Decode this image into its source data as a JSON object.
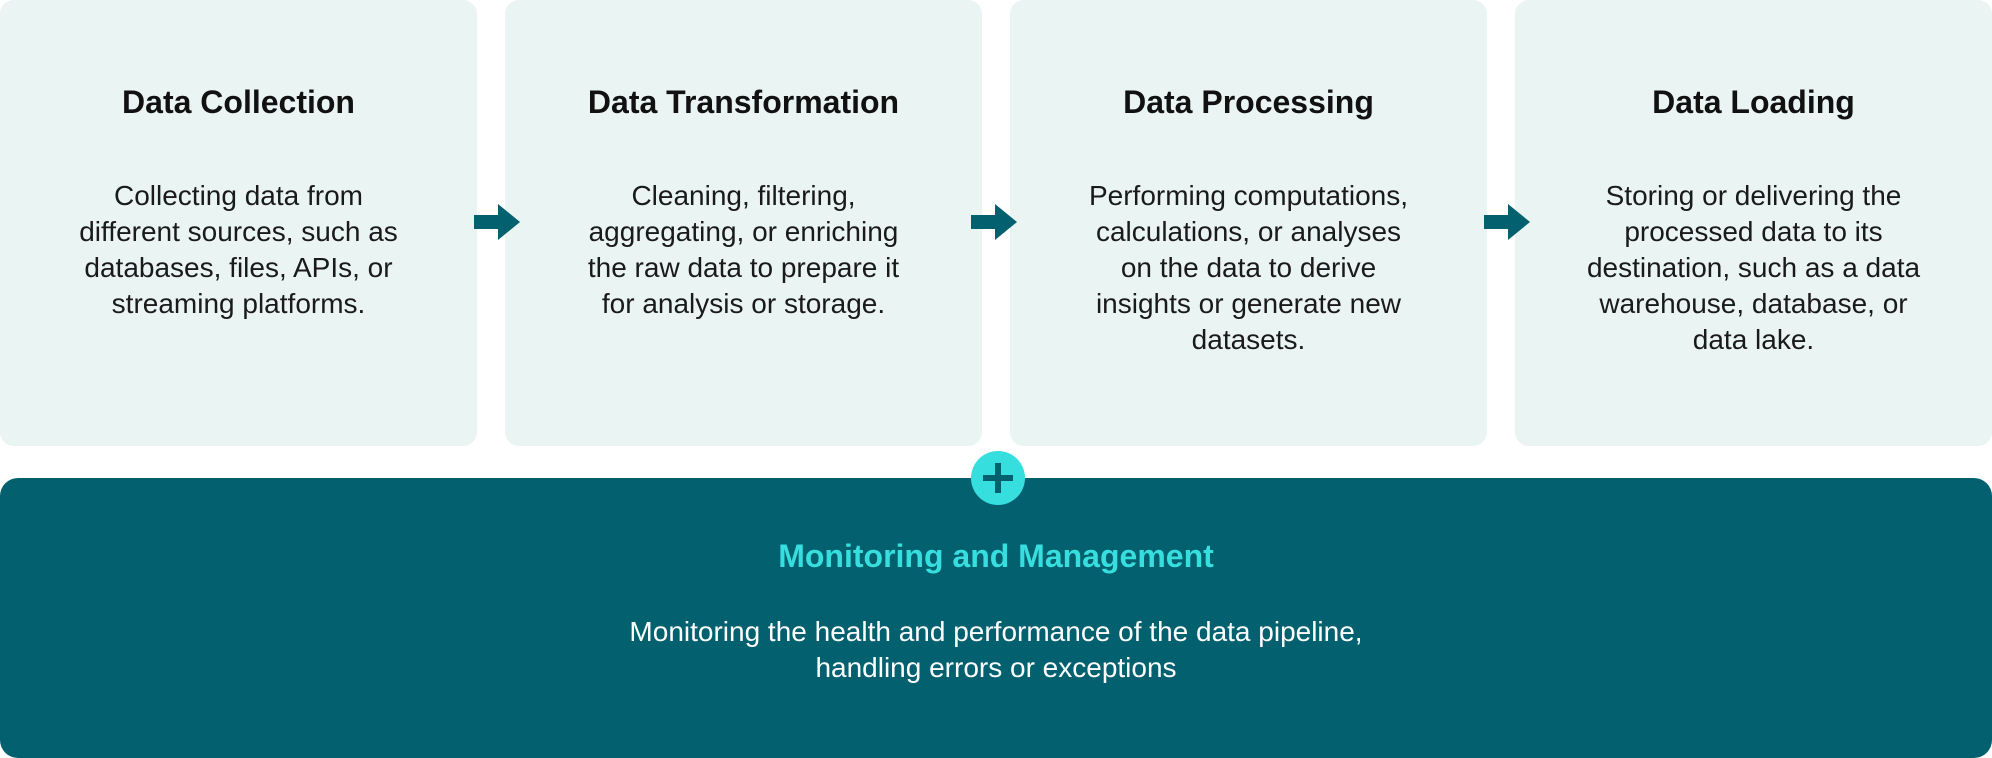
{
  "stages": [
    {
      "title": "Data Collection",
      "lines": [
        "Collecting data from",
        "different sources, such as",
        "databases, files, APIs, or",
        "streaming platforms."
      ]
    },
    {
      "title": "Data Transformation",
      "lines": [
        "Cleaning, filtering,",
        "aggregating, or enriching",
        "the raw data to prepare it",
        "for analysis or storage."
      ]
    },
    {
      "title": "Data Processing",
      "lines": [
        "Performing computations,",
        "calculations, or analyses",
        "on the data to derive",
        "insights or generate new",
        "datasets."
      ]
    },
    {
      "title": "Data Loading",
      "lines": [
        "Storing or delivering the",
        "processed data to its",
        "destination, such as a data",
        "warehouse, database, or",
        "data lake."
      ]
    }
  ],
  "monitoring": {
    "title": "Monitoring and Management",
    "lines": [
      "Monitoring the health and performance of the data pipeline,",
      "handling errors or exceptions"
    ]
  },
  "icons": {
    "flow_arrow": "arrow-right-icon",
    "badge": "plus-icon"
  },
  "colors": {
    "card_background": "#eaf4f2",
    "arrow": "#02606f",
    "panel_background": "#02606f",
    "panel_title": "#36dede",
    "badge": "#36dede",
    "badge_symbol": "#02606f"
  }
}
